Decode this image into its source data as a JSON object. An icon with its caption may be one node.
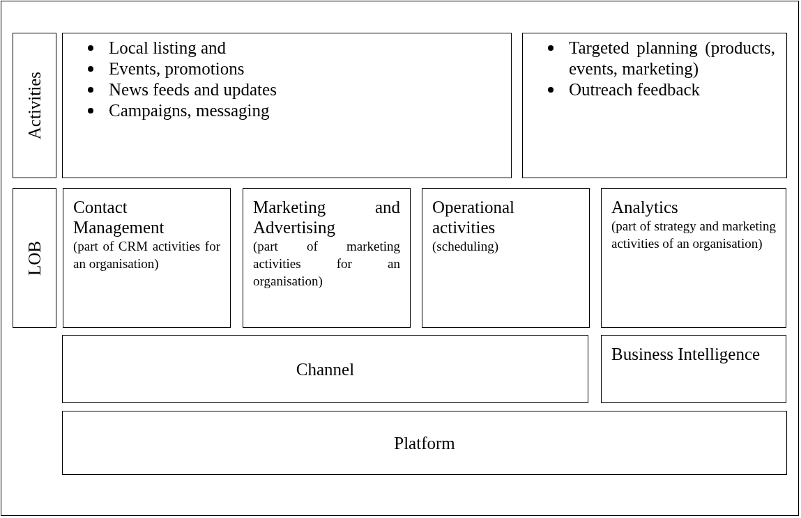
{
  "diagram": {
    "nodes": [
      {
        "text": [
          "Activities"
        ]
      },
      {
        "text": [
          "Local listing and",
          "Events, promotions",
          "News feeds and updates",
          "Campaigns, messaging"
        ]
      },
      {
        "text": [
          "Targeted planning (products, events, marketing)",
          "Outreach feedback"
        ]
      },
      {
        "text": [
          "LOB"
        ]
      },
      {
        "text": [
          "Contact Management",
          "(part of CRM activities for an organisation)"
        ]
      },
      {
        "text": [
          "Marketing and Advertising",
          "(part of marketing activities for an organisation)"
        ]
      },
      {
        "text": [
          "Operational activities",
          "(scheduling)"
        ]
      },
      {
        "text": [
          "Analytics",
          "(part of strategy and marketing activities of an organisation)"
        ]
      },
      {
        "text": [
          "Channel"
        ]
      },
      {
        "text": [
          "Business Intelligence"
        ]
      },
      {
        "text": [
          "Platform"
        ]
      }
    ]
  }
}
